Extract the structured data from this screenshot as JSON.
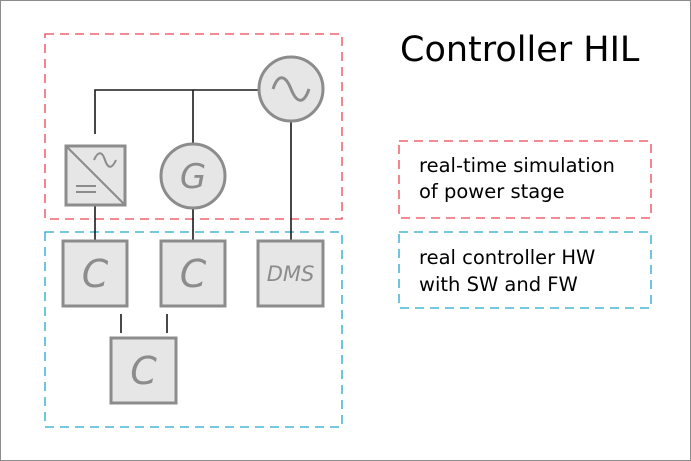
{
  "title": "Controller HIL",
  "colors": {
    "simulation": "#ee4455",
    "controller": "#22a6cc",
    "block_fill": "#e6e6e6",
    "block_stroke": "#8c8c8c",
    "wire": "#1a1a1a",
    "frame": "#8c8c8c"
  },
  "legend": {
    "simulation": {
      "line1": "real-time simulation",
      "line2": "of power stage"
    },
    "controller": {
      "line1": "real controller HW",
      "line2": "with SW and FW"
    }
  },
  "blocks": {
    "generator": "G",
    "controller_left": "C",
    "controller_middle": "C",
    "controller_bottom": "C",
    "dms": "DMS"
  },
  "icons": {
    "ac_source": "ac-source-icon",
    "converter": "converter-icon"
  }
}
